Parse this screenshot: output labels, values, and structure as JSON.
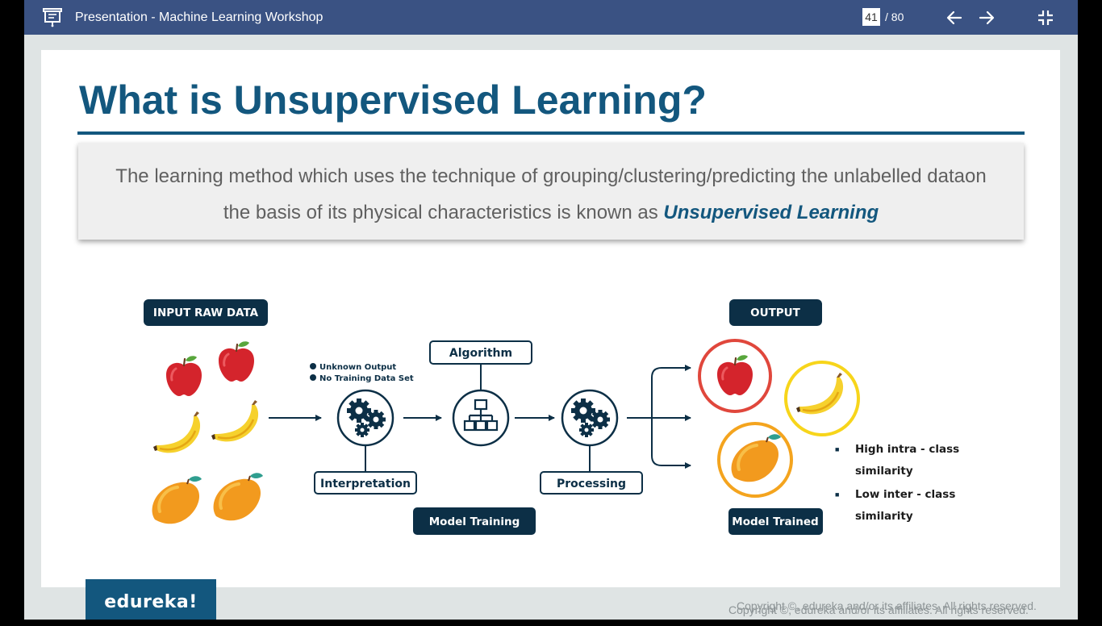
{
  "toolbar": {
    "title": "Presentation - Machine Learning Workshop",
    "current_page": "41",
    "total_pages": "/ 80",
    "icons": [
      "presentation-icon",
      "arrow-left-icon",
      "arrow-right-icon",
      "exit-fullscreen-icon"
    ],
    "background_color": "#3a5283"
  },
  "slide": {
    "title": "What is Unsupervised Learning?",
    "definition_line1": "The learning method which uses the technique of grouping/clustering/predicting the unlabelled dataon",
    "definition_line2_prefix": "the basis of its physical characteristics is known as ",
    "definition_emphasis": "Unsupervised Learning",
    "accent_color": "#13577e",
    "dark_color": "#0c2f46"
  },
  "diagram": {
    "input_label": "INPUT RAW DATA",
    "output_label": "OUTPUT",
    "bullet_unknown_output": "Unknown Output",
    "bullet_no_training": "No Training Data Set",
    "algorithm_label": "Algorithm",
    "interpretation_label": "Interpretation",
    "processing_label": "Processing",
    "model_training_label": "Model Training",
    "model_trained_label": "Model Trained",
    "input_items": [
      "apple",
      "apple",
      "banana",
      "banana",
      "mango",
      "mango"
    ],
    "output_clusters": [
      {
        "fruit": "apple",
        "ring_color": "#e0473c"
      },
      {
        "fruit": "banana",
        "ring_color": "#f7d51b"
      },
      {
        "fruit": "mango",
        "ring_color": "#f4a41e"
      }
    ],
    "notes": [
      {
        "line1": "High intra - class",
        "line2": "similarity"
      },
      {
        "line1": "Low inter - class",
        "line2": "similarity"
      }
    ]
  },
  "footer": {
    "logo_text": "edureka!",
    "copyright": "Copyright ©, edureka and/or its affiliates. All rights reserved."
  }
}
